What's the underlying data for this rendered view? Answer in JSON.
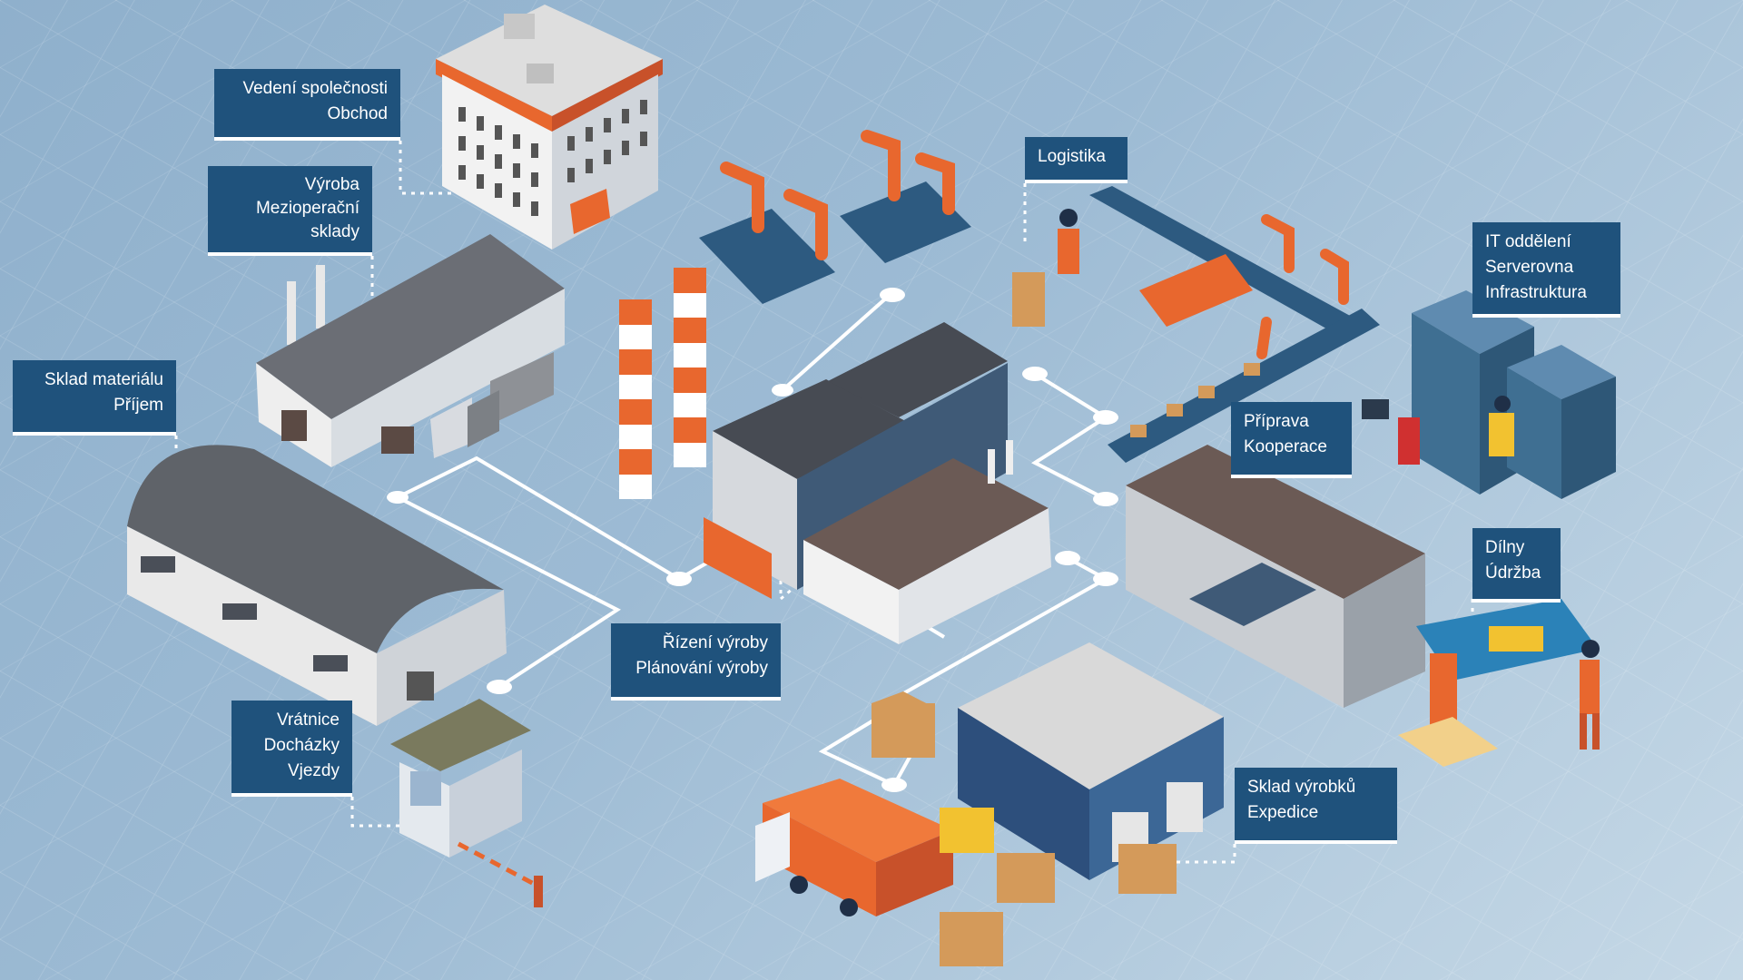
{
  "colors": {
    "background": "#9db8d0",
    "label_bg": "#1f527c",
    "label_text": "#ffffff",
    "robot_orange": "#e8672e",
    "conveyor_blue": "#2d5a80",
    "server_blue": "#3f6f92"
  },
  "labels": {
    "vedeni": [
      "Vedení společnosti",
      "Obchod"
    ],
    "vyroba": [
      "Výroba",
      "Mezioperační",
      "sklady"
    ],
    "sklad_materialu": [
      "Sklad materiálu",
      "Příjem"
    ],
    "vratnice": [
      "Vrátnice",
      "Docházky",
      "Vjezdy"
    ],
    "rizeni": [
      "Řízení výroby",
      "Plánování výroby"
    ],
    "logistika": [
      "Logistika"
    ],
    "it": [
      "IT oddělení",
      "Serverovna",
      "Infrastruktura"
    ],
    "priprava": [
      "Příprava",
      "Kooperace"
    ],
    "dilny": [
      "Dílny",
      "Údržba"
    ],
    "sklad_vyrobku": [
      "Sklad výrobků",
      "Expedice"
    ]
  }
}
